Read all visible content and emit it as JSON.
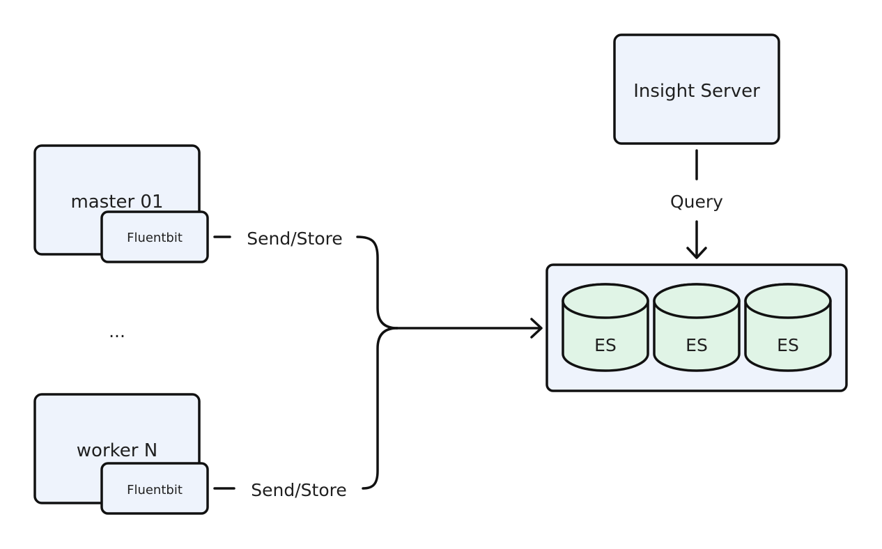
{
  "nodes": {
    "master": {
      "label": "master 01",
      "agent_label": "Fluentbit"
    },
    "ellipsis": {
      "label": "..."
    },
    "worker": {
      "label": "worker N",
      "agent_label": "Fluentbit"
    },
    "insight_server": {
      "label": "Insight Server"
    },
    "es_cluster": {
      "db_labels": [
        "ES",
        "ES",
        "ES"
      ]
    }
  },
  "edges": {
    "master_to_es": {
      "label": "Send/Store"
    },
    "worker_to_es": {
      "label": "Send/Store"
    },
    "server_to_es": {
      "label": "Query"
    }
  },
  "colors": {
    "node_fill": "#eef3fc",
    "db_fill": "#e0f4e6",
    "stroke": "#111111",
    "text": "#1f1f1f"
  }
}
